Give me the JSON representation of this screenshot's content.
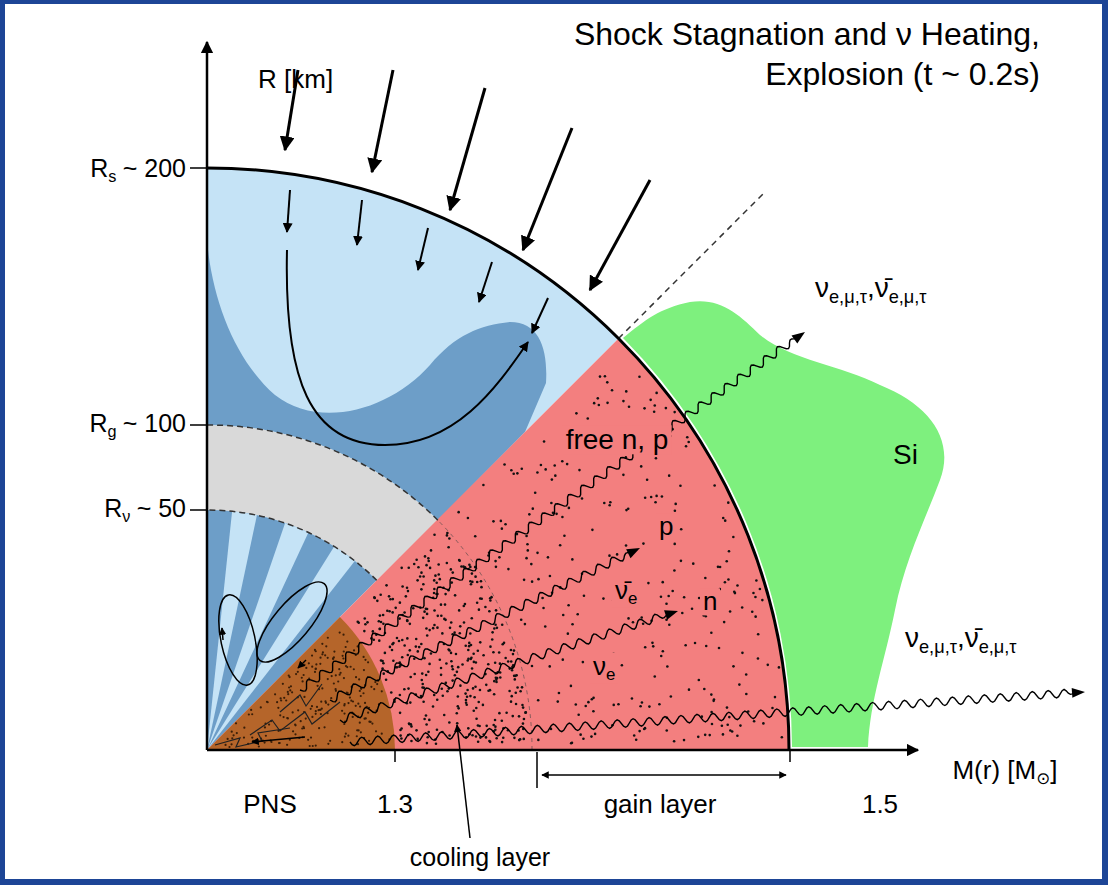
{
  "diagram": {
    "title": "Shock Stagnation and ν Heating, Explosion (t ~ 0.2s)",
    "nodes": [
      {
        "text": [
          "Si"
        ]
      }
    ],
    "labels": [
      "R [km]",
      "R",
      "s",
      "~ 200",
      "R",
      "g",
      "~ 100",
      "R",
      "ν",
      "~ 50",
      "free n, p",
      "p",
      "ν̄",
      "e",
      "n",
      "ν",
      "e",
      "ν",
      "e,μ,τ",
      ",",
      "ν̄",
      "e,μ,τ",
      "ν",
      "e,μ,τ",
      ",",
      "ν̄",
      "e,μ,τ",
      "PNS",
      "1.3",
      "gain layer",
      "1.5",
      "M(r) [M",
      "⊙",
      "]",
      "cooling layer"
    ]
  }
}
